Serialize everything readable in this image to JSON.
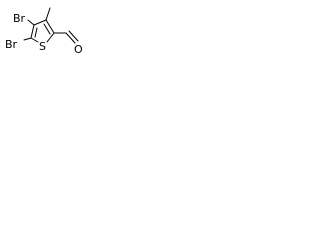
{
  "molecule": {
    "atoms": {
      "br_top": "Br",
      "br_bottom": "Br",
      "sulfur": "S",
      "oxygen": "O"
    }
  }
}
